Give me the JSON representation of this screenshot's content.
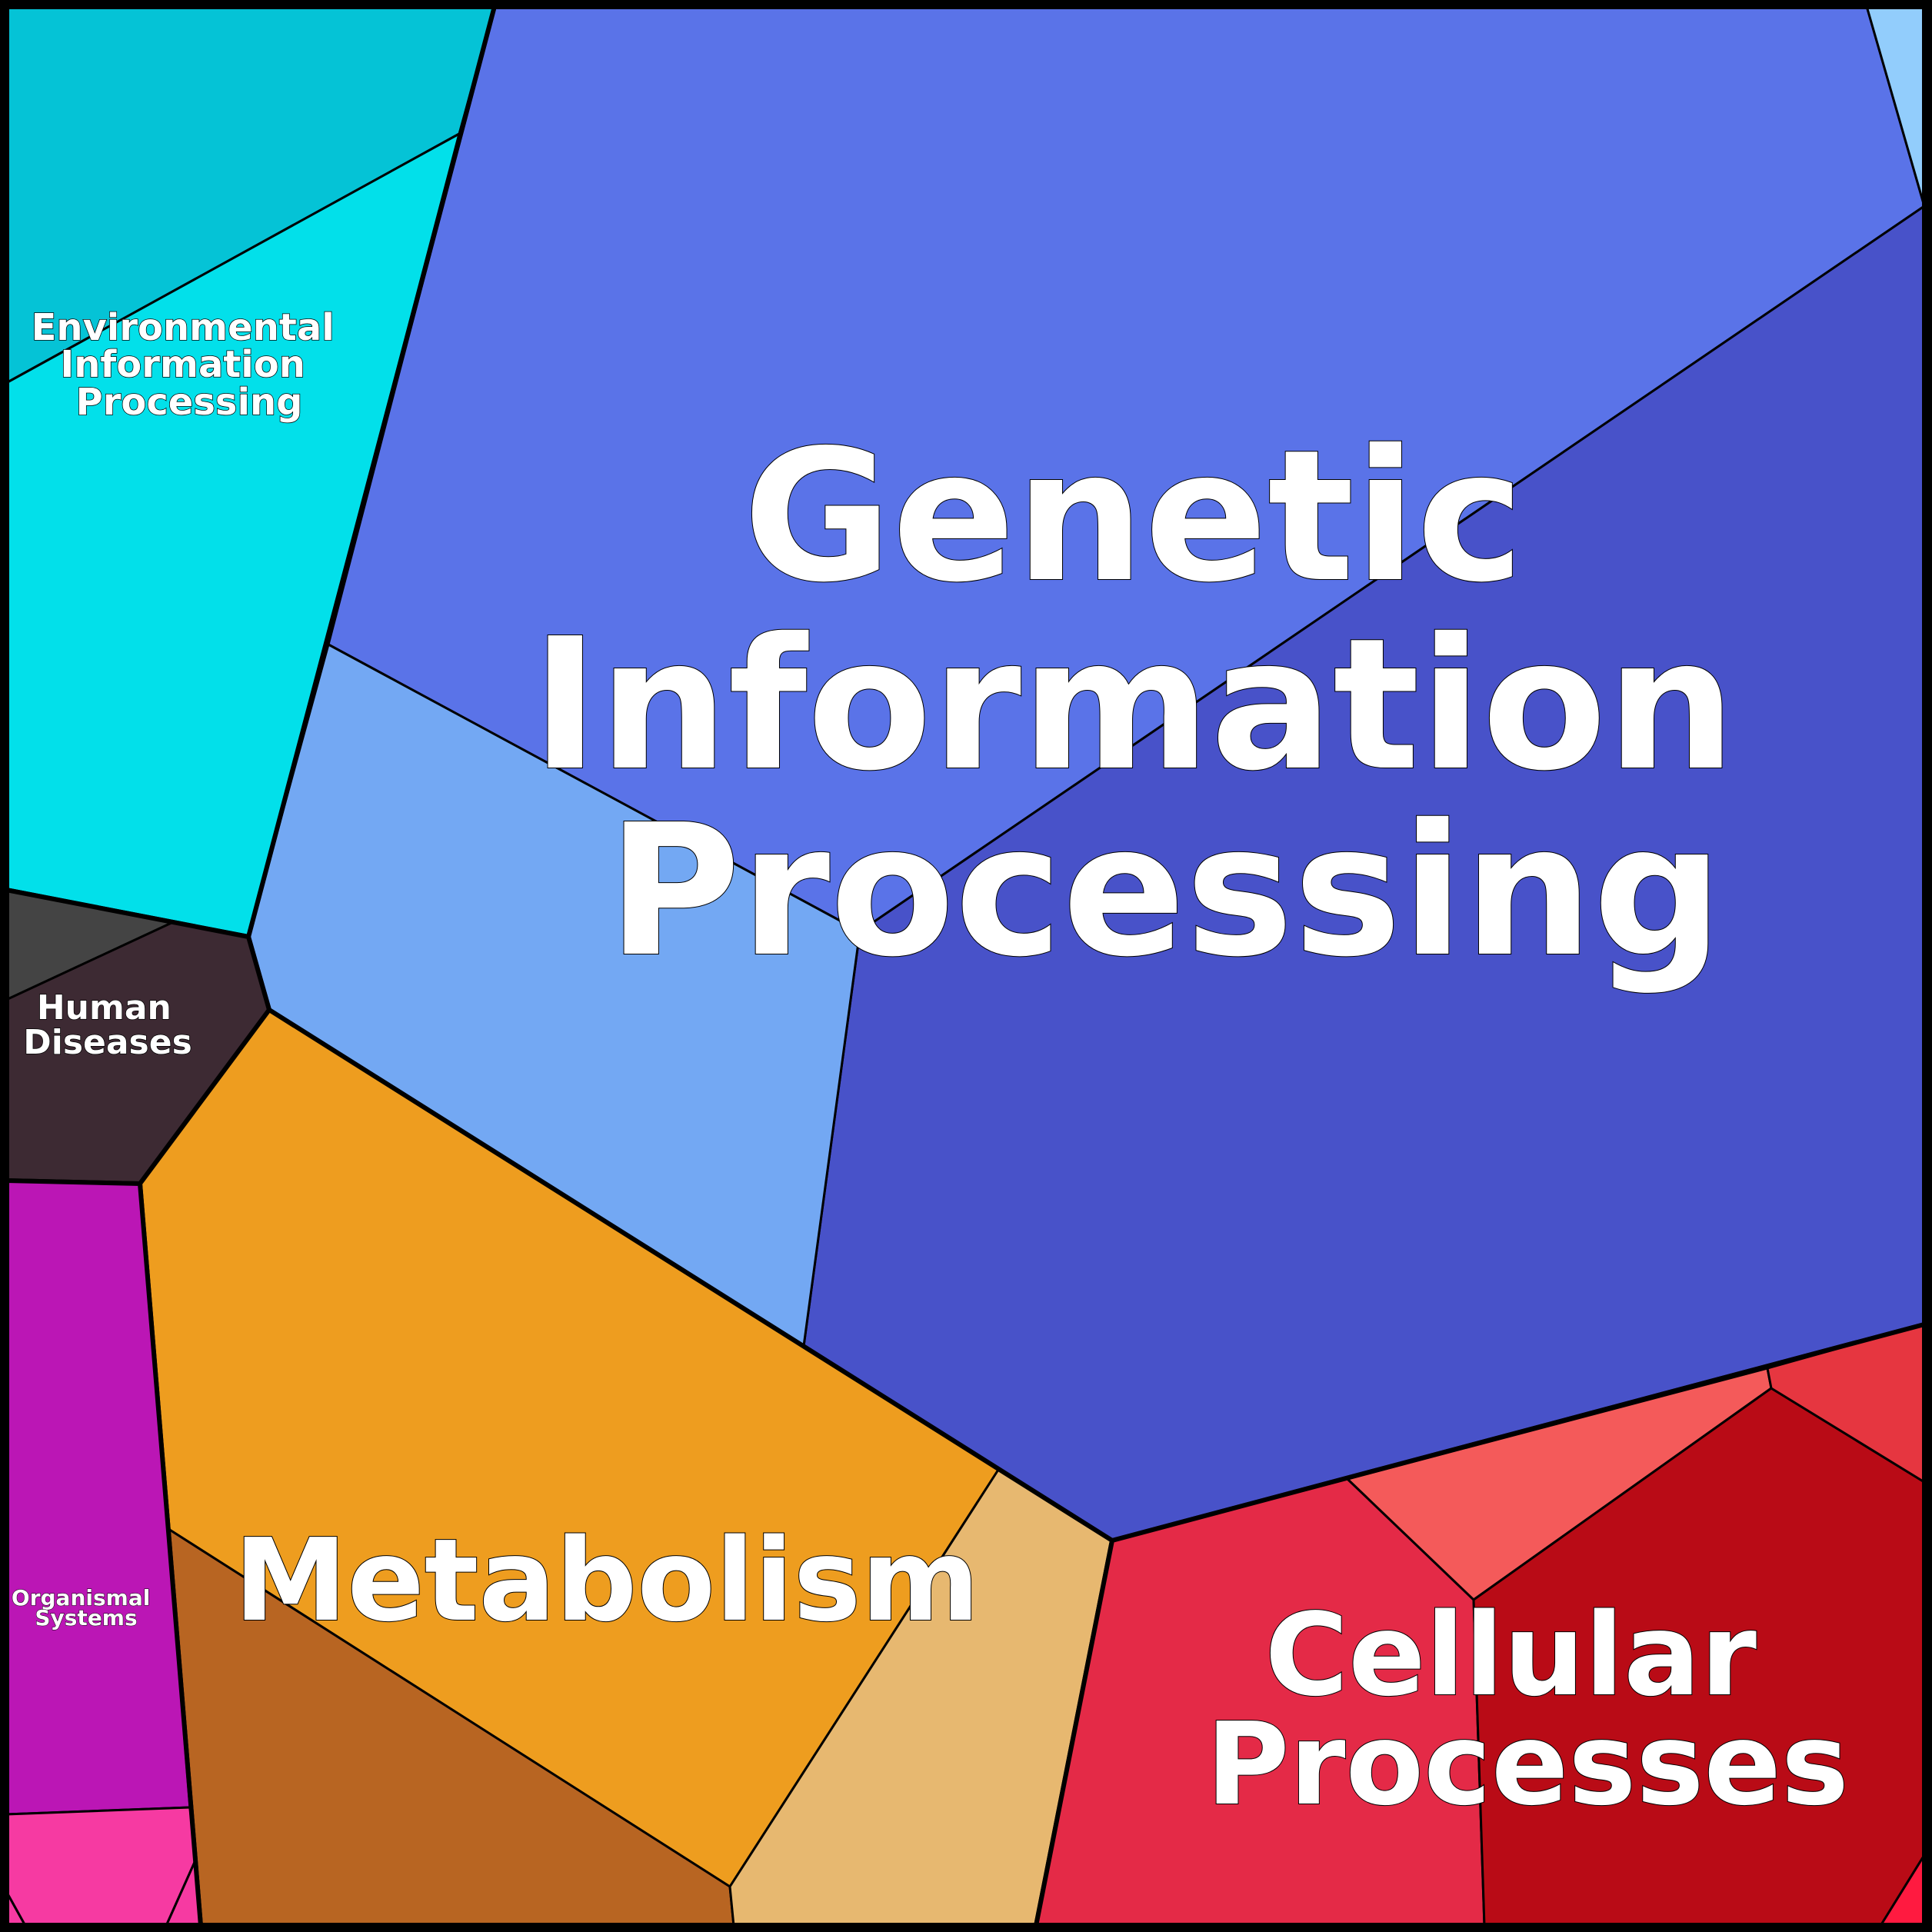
{
  "colors": {
    "genetic_a": "#5A73E8",
    "genetic_b": "#4852C9",
    "genetic_c": "#73A8F3",
    "genetic_d": "#92CDFC",
    "env_a": "#05C3D6",
    "env_b": "#02E0EA",
    "human_a": "#444444",
    "human_b": "#3D2A33",
    "metab_a": "#EE9D1F",
    "metab_b": "#B86522",
    "metab_c": "#E7B870",
    "cell_a": "#E42A47",
    "cell_b": "#F45A5A",
    "cell_c": "#B90B16",
    "cell_d": "#E63640",
    "cell_e": "#FF1A40",
    "org_a": "#BB16B5",
    "org_b": "#F63AA2"
  },
  "labels": {
    "genetic": [
      "Genetic",
      "Information",
      "Processing"
    ],
    "environmental": [
      "Environmental",
      "Information",
      "Processing"
    ],
    "human": [
      "Human",
      "Diseases"
    ],
    "metabolism": [
      "Metabolism"
    ],
    "cellular": [
      "Cellular",
      "Processes"
    ],
    "organismal": [
      "Organismal",
      "Systems"
    ]
  }
}
